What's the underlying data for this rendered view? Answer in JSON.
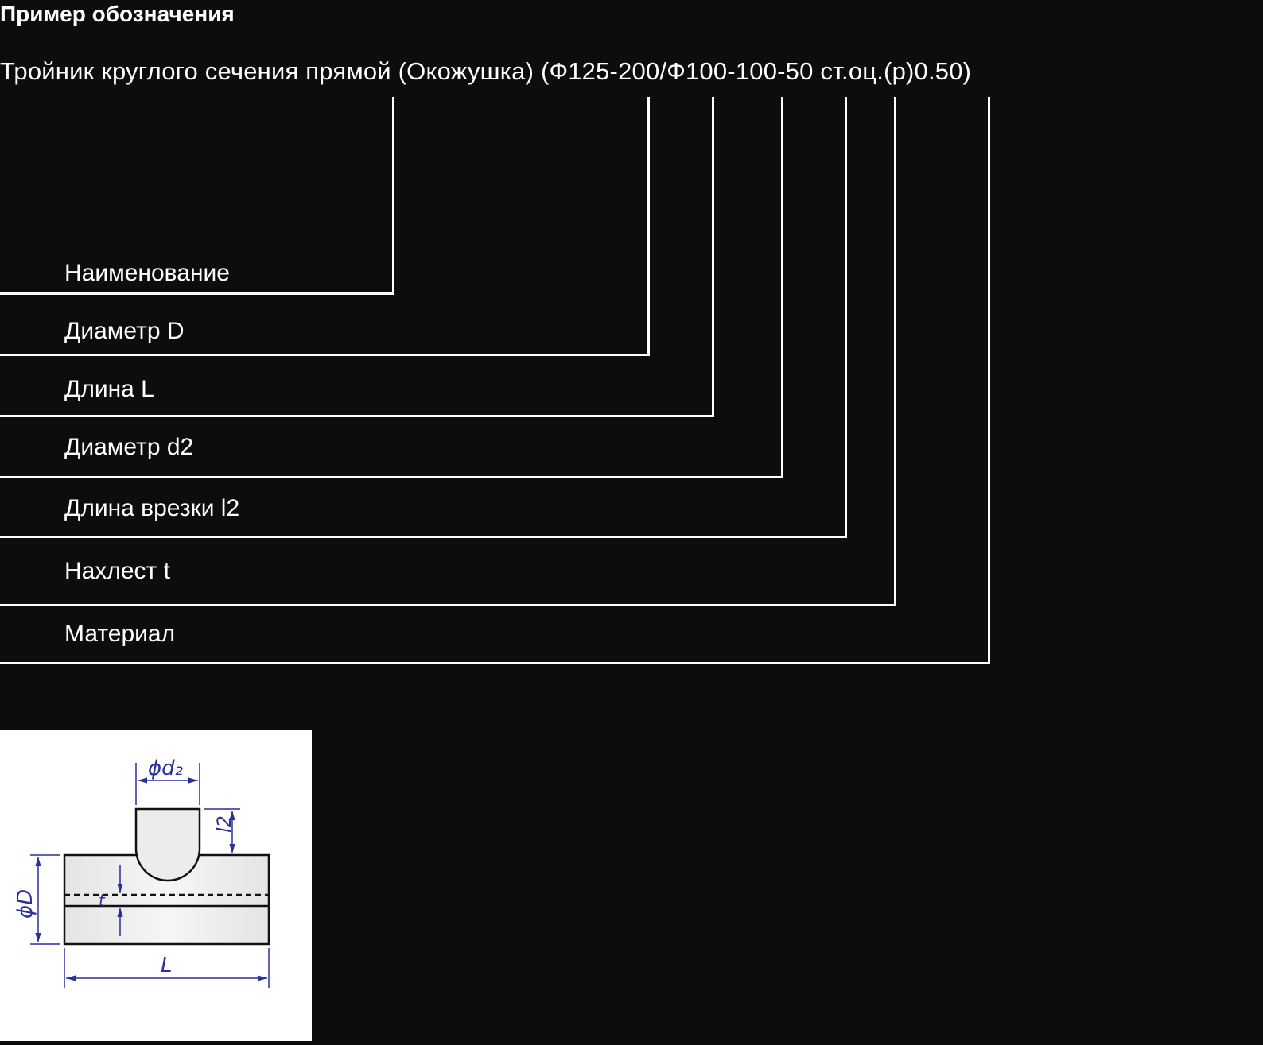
{
  "heading": "Пример обозначения",
  "designation": "Тройник круглого сечения прямой (Окожушка) (Ф125-200/Ф100-100-50 ст.оц.(р)0.50)",
  "labels": [
    "Наименование",
    "Диаметр D",
    "Длина L",
    "Диаметр d2",
    "Длина врезки l2",
    "Нахлест t",
    "Материал"
  ],
  "drawing": {
    "d2": "ϕd₂",
    "l2": "l2",
    "D": "ϕD",
    "t": "t",
    "L": "L"
  },
  "colors": {
    "background": "#0d0d0d",
    "lines": "#ffffff",
    "dimension": "#2a2f9a"
  }
}
